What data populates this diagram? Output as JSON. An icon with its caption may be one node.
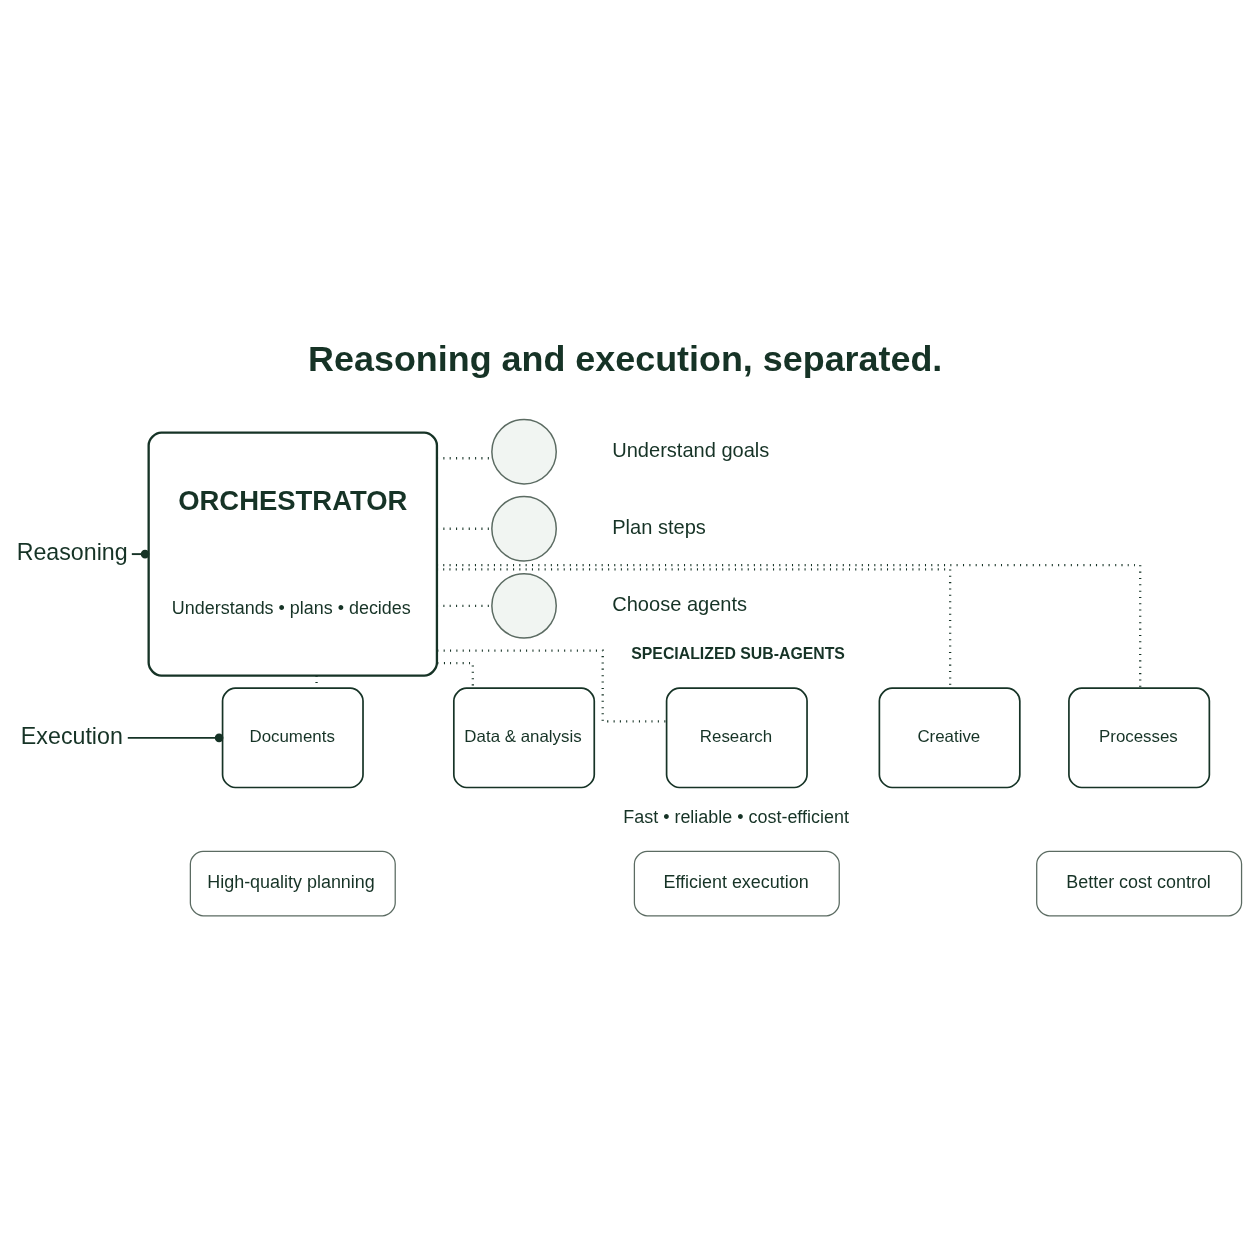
{
  "diagram": {
    "title": "Reasoning and execution, separated.",
    "nodes": [
      {
        "text": [
          "Reasoning"
        ]
      },
      {
        "text": [
          "ORCHESTRATOR",
          "Understands • plans • decides"
        ]
      },
      {
        "text": [],
        "shape": "circle",
        "beside": [
          "Understand goals"
        ]
      },
      {
        "text": [],
        "shape": "circle",
        "beside": [
          "Plan steps"
        ]
      },
      {
        "text": [],
        "shape": "circle",
        "beside": [
          "Choose agents"
        ]
      },
      {
        "text": [
          "Execution"
        ]
      },
      {
        "text": [
          "Documents"
        ]
      },
      {
        "text": [
          "Data & analysis"
        ]
      },
      {
        "text": [
          "Research"
        ]
      },
      {
        "text": [
          "Creative"
        ]
      },
      {
        "text": [
          "Processes"
        ]
      },
      {
        "text": [
          "High-quality planning"
        ]
      },
      {
        "text": [
          "Efficient execution"
        ]
      },
      {
        "text": [
          "Better cost control"
        ]
      }
    ],
    "edges": [
      {
        "from": 0,
        "to": 1,
        "arrow": "other"
      },
      {
        "from": 1,
        "to": 2,
        "arrow": "none",
        "style": "dashed"
      },
      {
        "from": 1,
        "to": 3,
        "arrow": "none",
        "style": "dashed"
      },
      {
        "from": 1,
        "to": 4,
        "arrow": "none",
        "style": "dashed"
      },
      {
        "from": 5,
        "to": 6,
        "arrow": "other"
      },
      {
        "from": 1,
        "to": 6,
        "arrow": "none",
        "style": "dashed"
      },
      {
        "from": 1,
        "to": 7,
        "arrow": "none",
        "style": "dashed"
      },
      {
        "from": 1,
        "to": 8,
        "arrow": "none",
        "style": "dashed"
      },
      {
        "from": 1,
        "to": 9,
        "arrow": "none",
        "style": "dashed"
      },
      {
        "from": 1,
        "to": 10,
        "arrow": "none",
        "style": "dashed"
      }
    ],
    "labels": [
      "SPECIALIZED SUB-AGENTS",
      "Fast • reliable • cost-efficient"
    ]
  }
}
